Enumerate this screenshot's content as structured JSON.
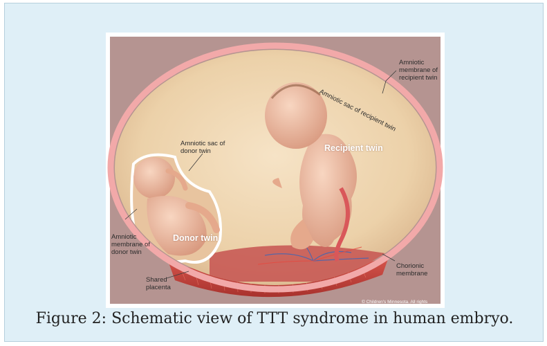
{
  "figure": {
    "caption": "Figure 2: Schematic view of TTT syndrome in human embryo.",
    "labels": {
      "amniotic_membrane_recipient": "Amniotic\nmembrane of\nrecipient twin",
      "amniotic_sac_recipient": "Amniotic sac of recipient twin",
      "amniotic_sac_donor": "Amniotic sac of\ndonor twin",
      "recipient_twin": "Recipient twin",
      "donor_twin": "Donor twin",
      "amniotic_membrane_donor": "Amniotic\nmembrane of\ndonor twin",
      "shared_placenta": "Shared\nplacenta",
      "chorionic_membrane": "Chorionic\nmembrane"
    },
    "copyright": "© Children's Minnesota. All rights reserved.",
    "colors": {
      "frame_bg": "#dfeff7",
      "uterus_wall": "#b59491",
      "membrane": "#f2a9a9",
      "sac_fill": "#ecd1a9",
      "placenta": "#c9443e",
      "skin": "#efc1a6"
    }
  }
}
